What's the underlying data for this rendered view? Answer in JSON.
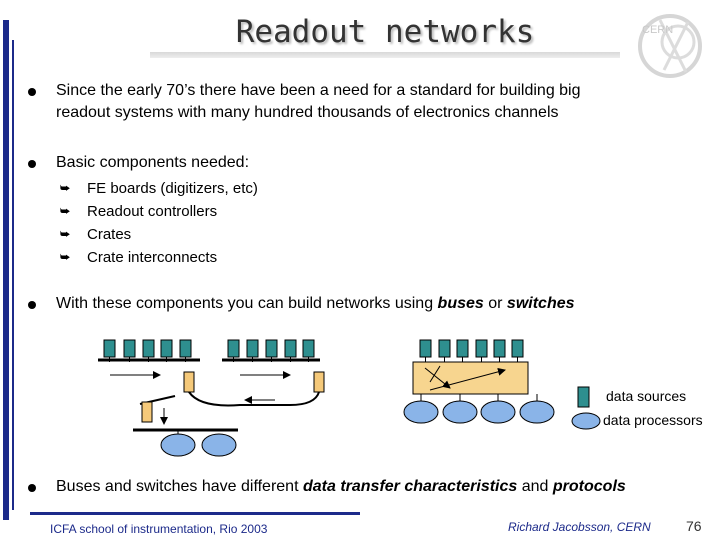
{
  "title": "Readout networks",
  "logo_text": "CERN",
  "bullets": [
    {
      "line1": "Since the early 70’s there have been a need for a standard for building big",
      "line2": "readout systems with many hundred thousands of electronics channels"
    },
    {
      "text": "Basic components needed:"
    },
    {
      "prefix": "With these components you can build networks using ",
      "em1": "buses",
      "mid": " or ",
      "em2": "switches"
    },
    {
      "prefix": "Buses and switches have different ",
      "em1": "data transfer characteristics",
      "mid": " and ",
      "em2": "protocols"
    }
  ],
  "sub_items": [
    "FE boards (digitizers, etc)",
    "Readout controllers",
    "Crates",
    "Crate interconnects"
  ],
  "sub_icon": "arrowhead-icon",
  "legend": {
    "sources": "data sources",
    "processors": "data processors"
  },
  "colors": {
    "accent_blue": "#1c2a8a",
    "source_fill": "#2e8f8f",
    "processor_fill": "#8ab4e8",
    "controller_fill": "#f5c97a",
    "switch_fill": "#f7d58f"
  },
  "footer": {
    "left": "ICFA school of instrumentation, Rio 2003",
    "right": "Richard Jacobsson, CERN",
    "page": "76"
  }
}
